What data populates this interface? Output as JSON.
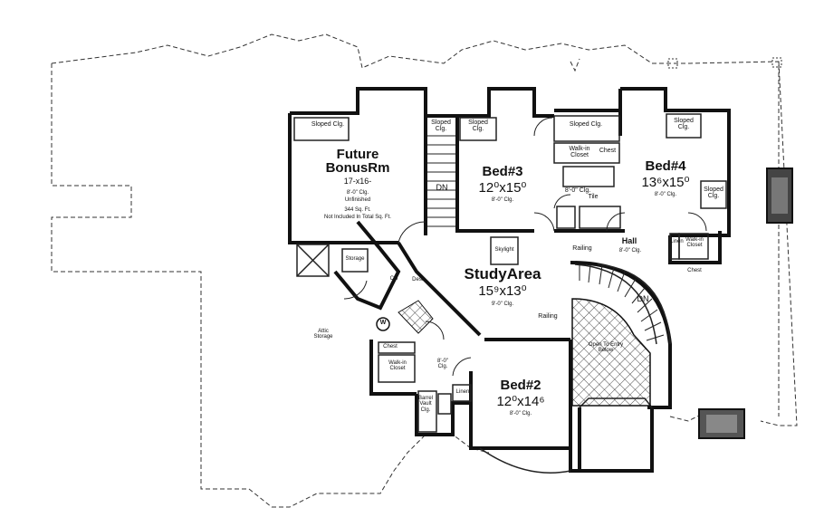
{
  "plan": {
    "bonus": {
      "name": "Future",
      "name2": "BonusRm",
      "dim": "17-x16-",
      "ceiling": "8'-0\" Clg.",
      "note": "Unfinished",
      "area": "344 Sq. Ft.",
      "area_note": "Not Included In Total Sq. Ft."
    },
    "bed3": {
      "name": "Bed#3",
      "dim": "12⁰x15⁰",
      "ceiling": "8'-0\" Clg."
    },
    "bed4": {
      "name": "Bed#4",
      "dim": "13⁶x15⁰",
      "ceiling": "8'-0\" Clg."
    },
    "bed2": {
      "name": "Bed#2",
      "dim": "12⁰x14⁶",
      "ceiling": "8'-0\" Clg."
    },
    "study": {
      "name": "StudyArea",
      "dim": "15⁹x13⁰",
      "ceiling": "9'-0\" Clg."
    },
    "hall": {
      "name": "Hall",
      "ceiling": "8'-0\" Clg."
    },
    "labels": {
      "sloped_clg": "Sloped Clg.",
      "walkin_closet": "Walk-in Closet",
      "chest": "Chest",
      "tile": "Tile",
      "linen": "Linen",
      "skylight": "Skylight",
      "railing": "Railing",
      "dn": "DN",
      "storage": "Storage",
      "attic_storage": "Attic Storage",
      "open_to_entry": "Open To Entry Below",
      "barrel_vault": "Barrel Vault Clg.",
      "w": "W",
      "ch": "CH",
      "desk": "Desk",
      "eight_clg": "8'-0\" Clg."
    }
  }
}
